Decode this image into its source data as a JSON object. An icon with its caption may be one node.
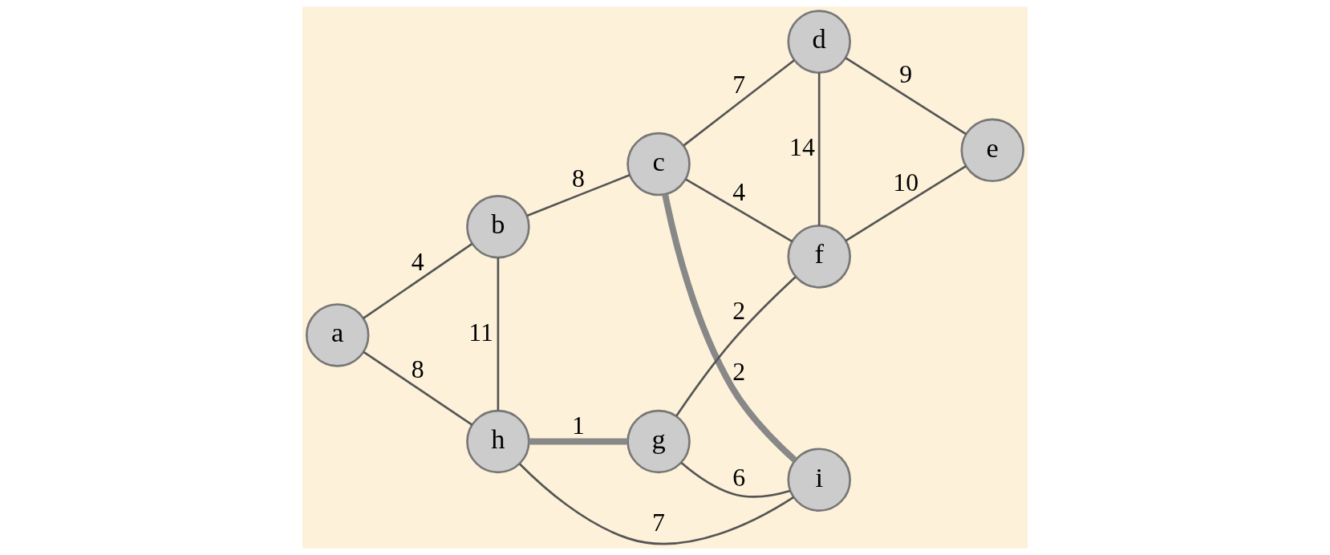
{
  "diagram": {
    "nodes": [
      {
        "text": [
          "a"
        ]
      },
      {
        "text": [
          "b"
        ]
      },
      {
        "text": [
          "c"
        ]
      },
      {
        "text": [
          "d"
        ]
      },
      {
        "text": [
          "e"
        ]
      },
      {
        "text": [
          "f"
        ]
      },
      {
        "text": [
          "g"
        ]
      },
      {
        "text": [
          "h"
        ]
      },
      {
        "text": [
          "i"
        ]
      }
    ],
    "edges": [
      {
        "from": 0,
        "to": 1,
        "arrow": "none",
        "label": "4"
      },
      {
        "from": 0,
        "to": 7,
        "arrow": "none",
        "label": "8"
      },
      {
        "from": 1,
        "to": 2,
        "arrow": "none",
        "label": "8"
      },
      {
        "from": 1,
        "to": 7,
        "arrow": "none",
        "label": "11"
      },
      {
        "from": 2,
        "to": 3,
        "arrow": "none",
        "label": "7"
      },
      {
        "from": 2,
        "to": 8,
        "arrow": "none",
        "label": "2",
        "style": "thick"
      },
      {
        "from": 2,
        "to": 5,
        "arrow": "none",
        "label": "4"
      },
      {
        "from": 3,
        "to": 4,
        "arrow": "none",
        "label": "9"
      },
      {
        "from": 3,
        "to": 5,
        "arrow": "none",
        "label": "14"
      },
      {
        "from": 4,
        "to": 5,
        "arrow": "none",
        "label": "10"
      },
      {
        "from": 5,
        "to": 6,
        "arrow": "none",
        "label": "2"
      },
      {
        "from": 7,
        "to": 6,
        "arrow": "none",
        "label": "1",
        "style": "thick"
      },
      {
        "from": 7,
        "to": 8,
        "arrow": "none",
        "label": "7"
      },
      {
        "from": 8,
        "to": 6,
        "arrow": "none",
        "label": "6"
      }
    ]
  }
}
